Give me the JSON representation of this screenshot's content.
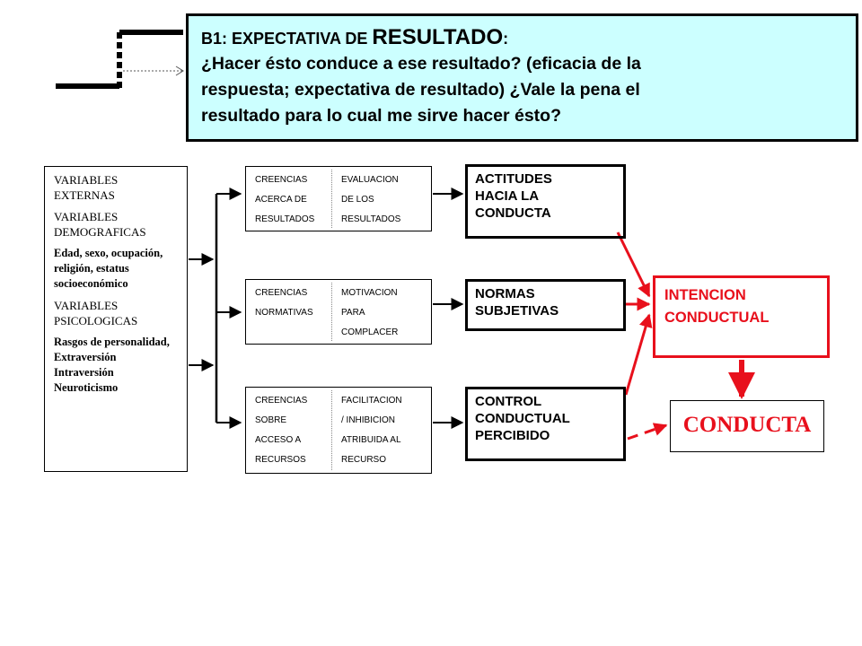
{
  "header": {
    "title_prefix": "B1: EXPECTATIVA DE ",
    "title_big": "RESULTADO",
    "title_suffix": ":",
    "body_lines": [
      "¿Hacer ésto conduce a ese resultado? (eficacia de la",
      "respuesta; expectativa de resultado) ¿Vale la pena el",
      "resultado para lo cual me sirve hacer ésto?"
    ]
  },
  "external_variables": {
    "title": "VARIABLES EXTERNAS",
    "demographic_title": "VARIABLES DEMOGRAFICAS",
    "demographic_items": "Edad, sexo, ocupación, religión, estatus socioeconómico",
    "psychological_title": "VARIABLES PSICOLOGICAS",
    "psychological_items_1": "Rasgos de personalidad,",
    "psychological_items_2": "Extraversión",
    "psychological_items_3": "Intraversión",
    "psychological_items_4": "Neuroticismo"
  },
  "beliefs": [
    {
      "col1": [
        "CREENCIAS",
        "ACERCA DE",
        "RESULTADOS"
      ],
      "col2": [
        "EVALUACION",
        "DE  LOS",
        "RESULTADOS"
      ]
    },
    {
      "col1": [
        "CREENCIAS",
        "NORMATIVAS"
      ],
      "col2": [
        "MOTIVACION",
        "PARA",
        "COMPLACER"
      ]
    },
    {
      "col1": [
        "CREENCIAS",
        "SOBRE",
        "ACCESO A",
        "RECURSOS"
      ],
      "col2": [
        "FACILITACION",
        "/ INHIBICION",
        "ATRIBUIDA AL",
        "RECURSO"
      ]
    }
  ],
  "determinants": [
    {
      "lines": [
        "ACTITUDES",
        "HACIA LA",
        "CONDUCTA"
      ]
    },
    {
      "lines": [
        "NORMAS",
        "SUBJETIVAS"
      ]
    },
    {
      "lines": [
        "CONTROL",
        "CONDUCTUAL",
        "PERCIBIDO"
      ]
    }
  ],
  "intention": {
    "lines": [
      "INTENCION",
      "CONDUCTUAL"
    ]
  },
  "behavior": {
    "label": "CONDUCTA"
  },
  "colors": {
    "accent_red": "#e8101c",
    "header_bg": "#ccffff"
  }
}
